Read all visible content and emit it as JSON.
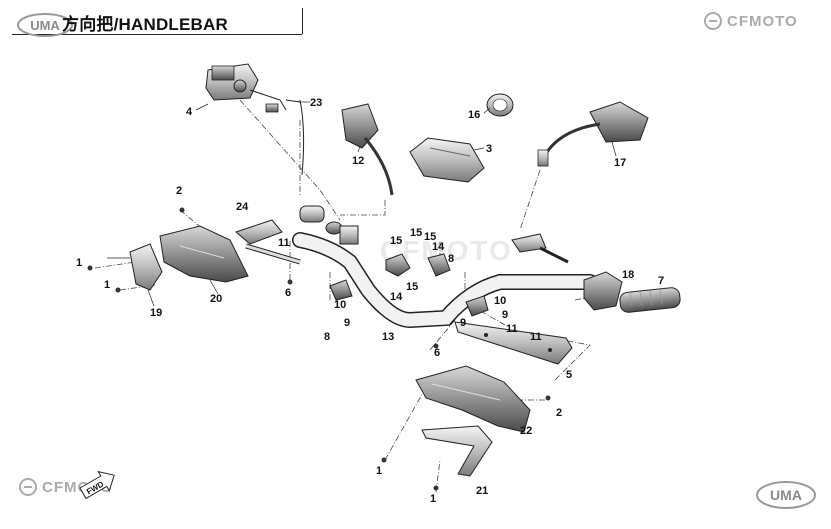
{
  "title": "方向把/HANDLEBAR",
  "brand_logo_top_left": "UMA",
  "brand_logo_top_right": "CFMOTO",
  "brand_logo_bottom_left": "CFMOTO",
  "brand_logo_bottom_right": "UMA",
  "watermark": "CFMOTO",
  "fwd_badge": "FWD",
  "callouts": [
    {
      "id": "c4",
      "label": "4"
    },
    {
      "id": "c23",
      "label": "23"
    },
    {
      "id": "c12",
      "label": "12"
    },
    {
      "id": "c16",
      "label": "16"
    },
    {
      "id": "c3",
      "label": "3"
    },
    {
      "id": "c17",
      "label": "17"
    },
    {
      "id": "c2a",
      "label": "2"
    },
    {
      "id": "c24",
      "label": "24"
    },
    {
      "id": "c11a",
      "label": "11"
    },
    {
      "id": "c1a",
      "label": "1"
    },
    {
      "id": "c1b",
      "label": "1"
    },
    {
      "id": "c19",
      "label": "19"
    },
    {
      "id": "c20",
      "label": "20"
    },
    {
      "id": "c6a",
      "label": "6"
    },
    {
      "id": "c15a",
      "label": "15"
    },
    {
      "id": "c15b",
      "label": "15"
    },
    {
      "id": "c15c",
      "label": "15"
    },
    {
      "id": "c15d",
      "label": "15"
    },
    {
      "id": "c14a",
      "label": "14"
    },
    {
      "id": "c14b",
      "label": "14"
    },
    {
      "id": "c8a",
      "label": "8"
    },
    {
      "id": "c8b",
      "label": "8"
    },
    {
      "id": "c10a",
      "label": "10"
    },
    {
      "id": "c10b",
      "label": "10"
    },
    {
      "id": "c9a",
      "label": "9"
    },
    {
      "id": "c9b",
      "label": "9"
    },
    {
      "id": "c9c",
      "label": "9"
    },
    {
      "id": "c13",
      "label": "13"
    },
    {
      "id": "c18",
      "label": "18"
    },
    {
      "id": "c7",
      "label": "7"
    },
    {
      "id": "c6b",
      "label": "6"
    },
    {
      "id": "c11b",
      "label": "11"
    },
    {
      "id": "c11c",
      "label": "11"
    },
    {
      "id": "c5",
      "label": "5"
    },
    {
      "id": "c2b",
      "label": "2"
    },
    {
      "id": "c22",
      "label": "22"
    },
    {
      "id": "c1c",
      "label": "1"
    },
    {
      "id": "c1d",
      "label": "1"
    },
    {
      "id": "c21",
      "label": "21"
    }
  ]
}
